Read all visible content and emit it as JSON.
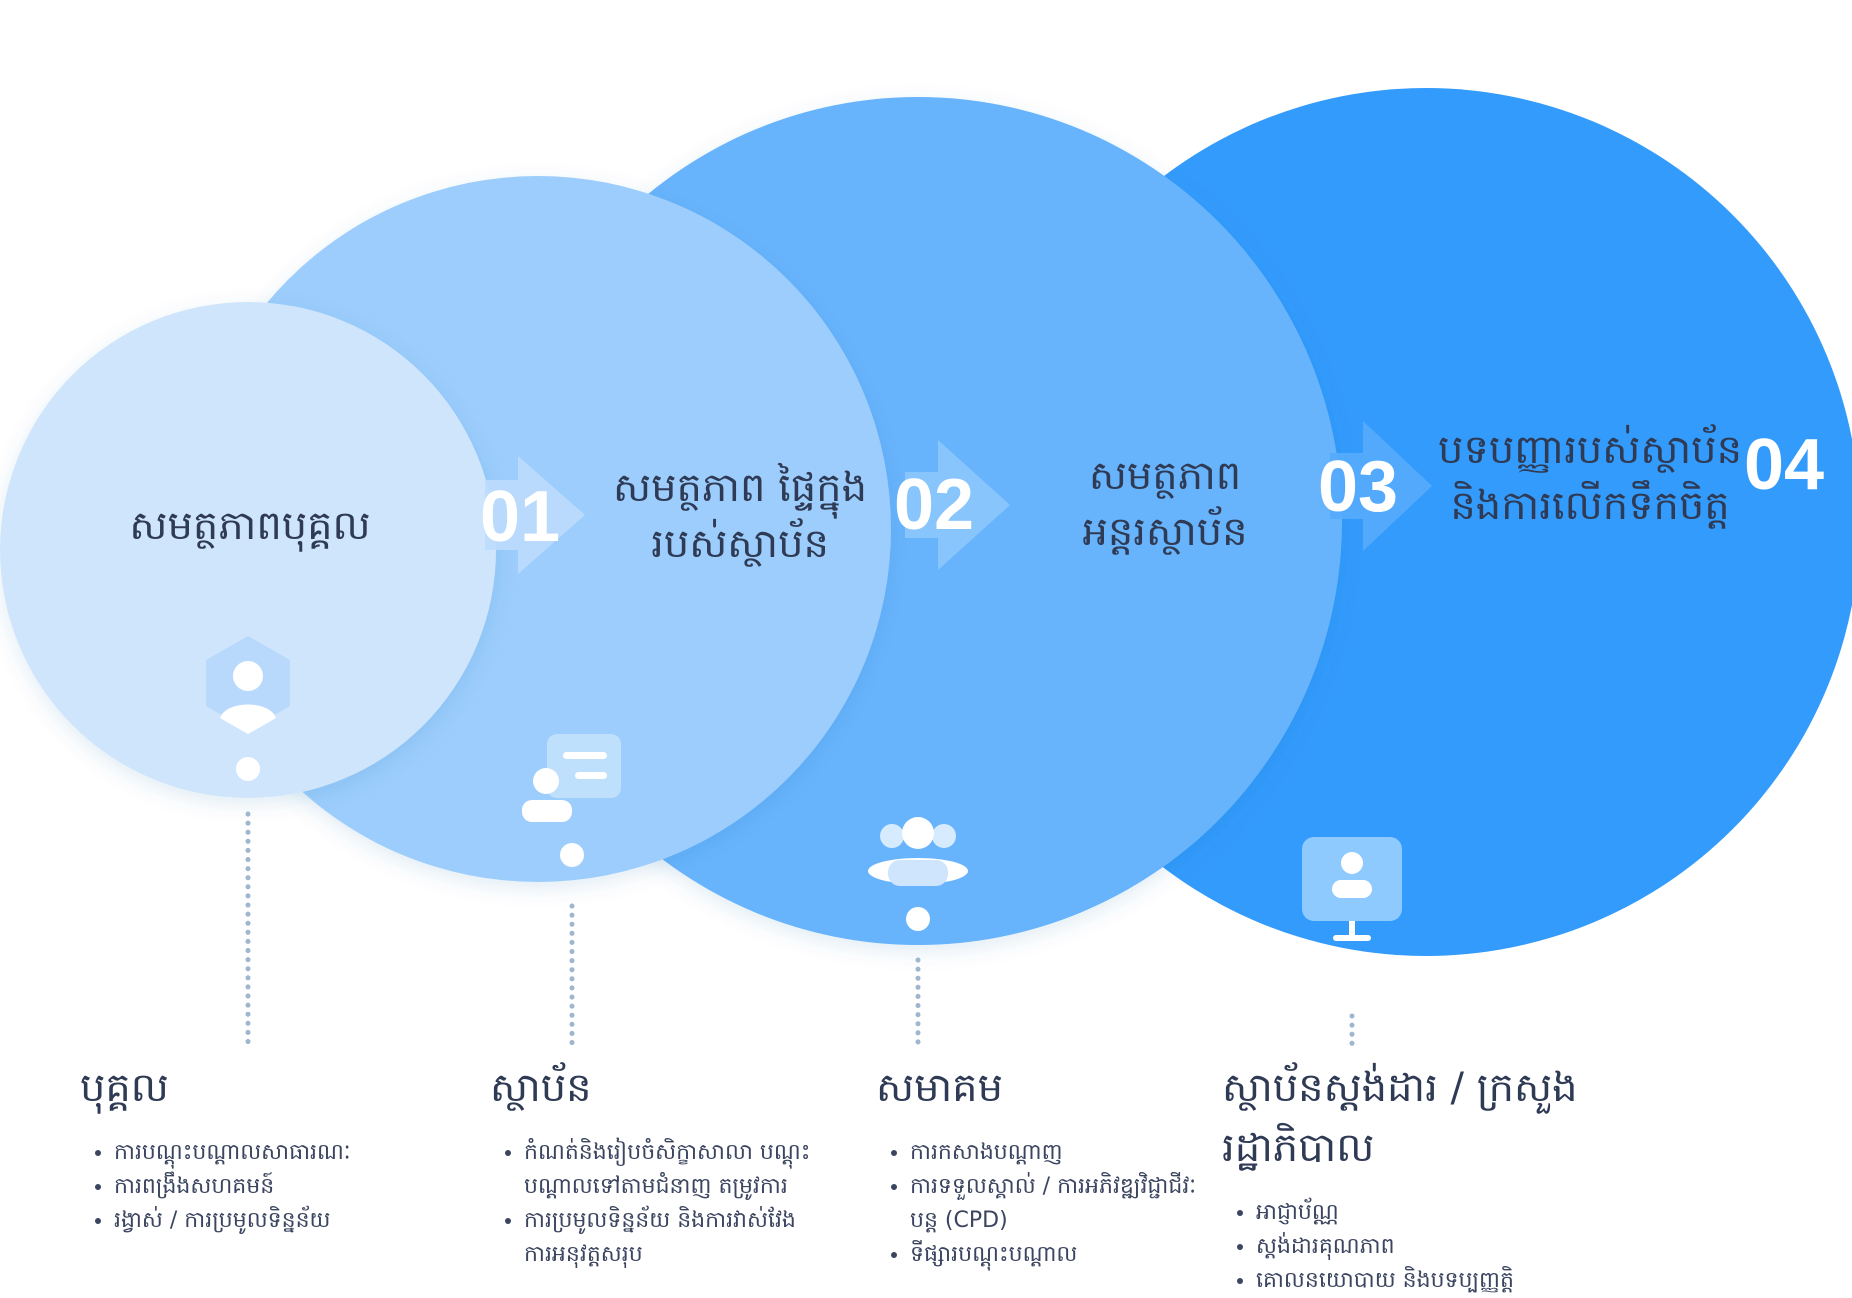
{
  "stages": [
    {
      "title": "សមត្ថភាពបុគ្គល",
      "number": "01"
    },
    {
      "title": "សមត្ថភាព ផ្ទៃក្នុងរបស់ស្ថាប័ន",
      "number": "02"
    },
    {
      "title": "សមត្ថភាព អន្តរស្ថាប័ន",
      "number": "03"
    },
    {
      "title": "បទបញ្ញារបស់ស្ថាប័ន និងការលើកទឹកចិត្ត",
      "number": "04"
    }
  ],
  "columns": [
    {
      "heading": "បុគ្គល",
      "items": [
        "ការបណ្ដុះបណ្ដាលសាធារណៈ",
        "ការពង្រឹងសហគមន៍",
        "រង្វាស់ / ការប្រមូលទិន្នន័យ"
      ]
    },
    {
      "heading": "ស្ថាប័ន",
      "items": [
        "កំណត់និងរៀបចំសិក្ខាសាលា បណ្ដុះបណ្ដាលទៅតាមជំនាញ តម្រូវការ",
        "ការប្រមូលទិន្នន័យ និងការវាស់វែងការអនុវត្តសរុប"
      ]
    },
    {
      "heading": "សមាគម",
      "items": [
        "ការកសាងបណ្ដាញ",
        "ការទទួលស្គាល់ / ការអភិវឌ្ឍវិជ្ជាជីវៈបន្ត (CPD)",
        "ទីផ្សារបណ្ដុះបណ្ដាល"
      ]
    },
    {
      "heading": "ស្ថាប័នស្តង់ដារ / ក្រសួងរដ្ឋាភិបាល",
      "items": [
        "អាជ្ញាប័ណ្ណ",
        "ស្តង់ដារគុណភាព",
        "គោលនយោបាយ និងបទប្បញ្ញត្តិ"
      ]
    }
  ],
  "colors": {
    "stage1": "#cfe5fc",
    "stage2": "#9ccdfc",
    "stage3": "#67b4fc",
    "stage4": "#339bfc"
  },
  "icons": [
    "person-badge-icon",
    "chat-person-icon",
    "group-icon",
    "presentation-icon"
  ]
}
